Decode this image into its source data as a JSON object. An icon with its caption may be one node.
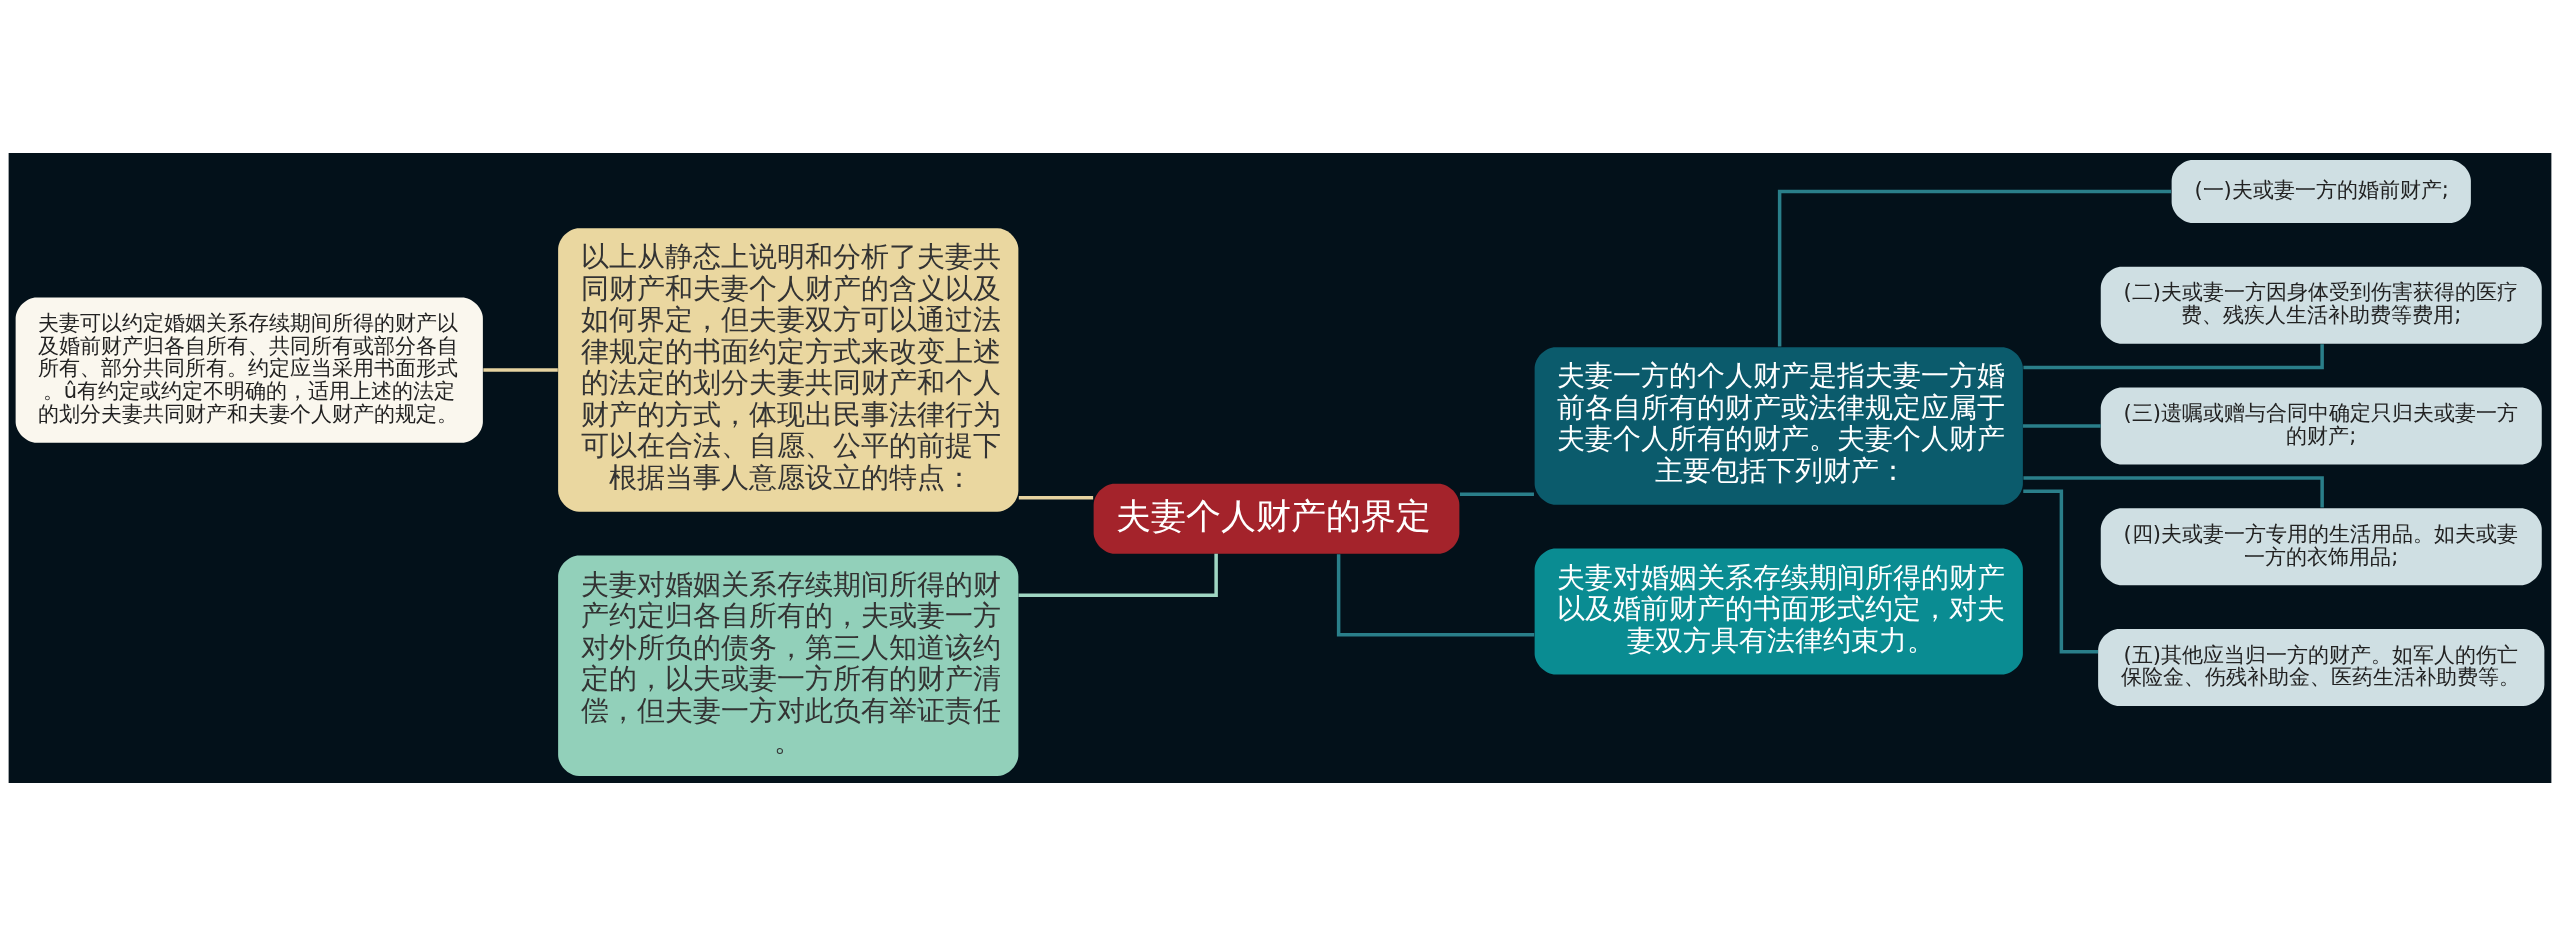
{
  "diagram": {
    "nodes": [
      {
        "text": [
          "夫妻可以约定婚姻关系存续期间所得的财产以及婚前财产归各自所有、共同所有或部分各自所有、部分共同所有。约定应当采用书面形式。û有约定或约定不明确的，适用上述的法定的划分夫妻共同财产和夫妻个人财产的规定。"
        ]
      },
      {
        "text": [
          "以上从静态上说明和分析了夫妻共同财产和夫妻个人财产的含义以及如何界定，但夫妻双方可以通过法律规定的书面约定方式来改变上述的法定的划分夫妻共同财产和个人财产的方式，体现出民事法律行为可以在合法、自愿、公平的前提下根据当事人意愿设立的特点："
        ]
      },
      {
        "text": [
          "夫妻对婚姻关系存续期间所得的财产约定归各自所有的，夫或妻一方对外所负的债务，第三人知道该约定的，以夫或妻一方所有的财产清偿，但夫妻一方对此负有举证责任。"
        ]
      },
      {
        "text": [
          "夫妻个人财产的界定"
        ]
      },
      {
        "text": [
          "夫妻一方的个人财产是指夫妻一方婚前各自所有的财产或法律规定应属于夫妻个人所有的财产。夫妻个人财产主要包括下列财产："
        ]
      },
      {
        "text": [
          "(一)夫或妻一方的婚前财产;"
        ]
      },
      {
        "text": [
          "(二)夫或妻一方因身体受到伤害获得的医疗费、残疾人生活补助费等费用;"
        ]
      },
      {
        "text": [
          "(三)遗嘱或赠与合同中确定只归夫或妻一方的财产;"
        ]
      },
      {
        "text": [
          "(四)夫或妻一方专用的生活用品。如夫或妻一方的衣饰用品;"
        ]
      },
      {
        "text": [
          "(五)其他应当归一方的财产。如军人的伤亡保险金、伤残补助金、医药生活补助费等。"
        ]
      },
      {
        "text": [
          "夫妻对婚姻关系存续期间所得的财产以及婚前财产的书面形式约定，对夫妻双方具有法律约束力。"
        ]
      }
    ],
    "edges": [
      {
        "from": 3,
        "to": 1,
        "arrow": "none",
        "color": "#e6d3a0"
      },
      {
        "from": 1,
        "to": 0,
        "arrow": "none",
        "color": "#e6d3a0"
      },
      {
        "from": 3,
        "to": 2,
        "arrow": "none",
        "color": "#9fd6c2"
      },
      {
        "from": 3,
        "to": 4,
        "arrow": "none"
      },
      {
        "from": 4,
        "to": 5,
        "arrow": "none"
      },
      {
        "from": 4,
        "to": 6,
        "arrow": "none"
      },
      {
        "from": 4,
        "to": 7,
        "arrow": "none"
      },
      {
        "from": 4,
        "to": 8,
        "arrow": "none"
      },
      {
        "from": 4,
        "to": 9,
        "arrow": "none"
      },
      {
        "from": 3,
        "to": 10,
        "arrow": "none"
      }
    ]
  }
}
